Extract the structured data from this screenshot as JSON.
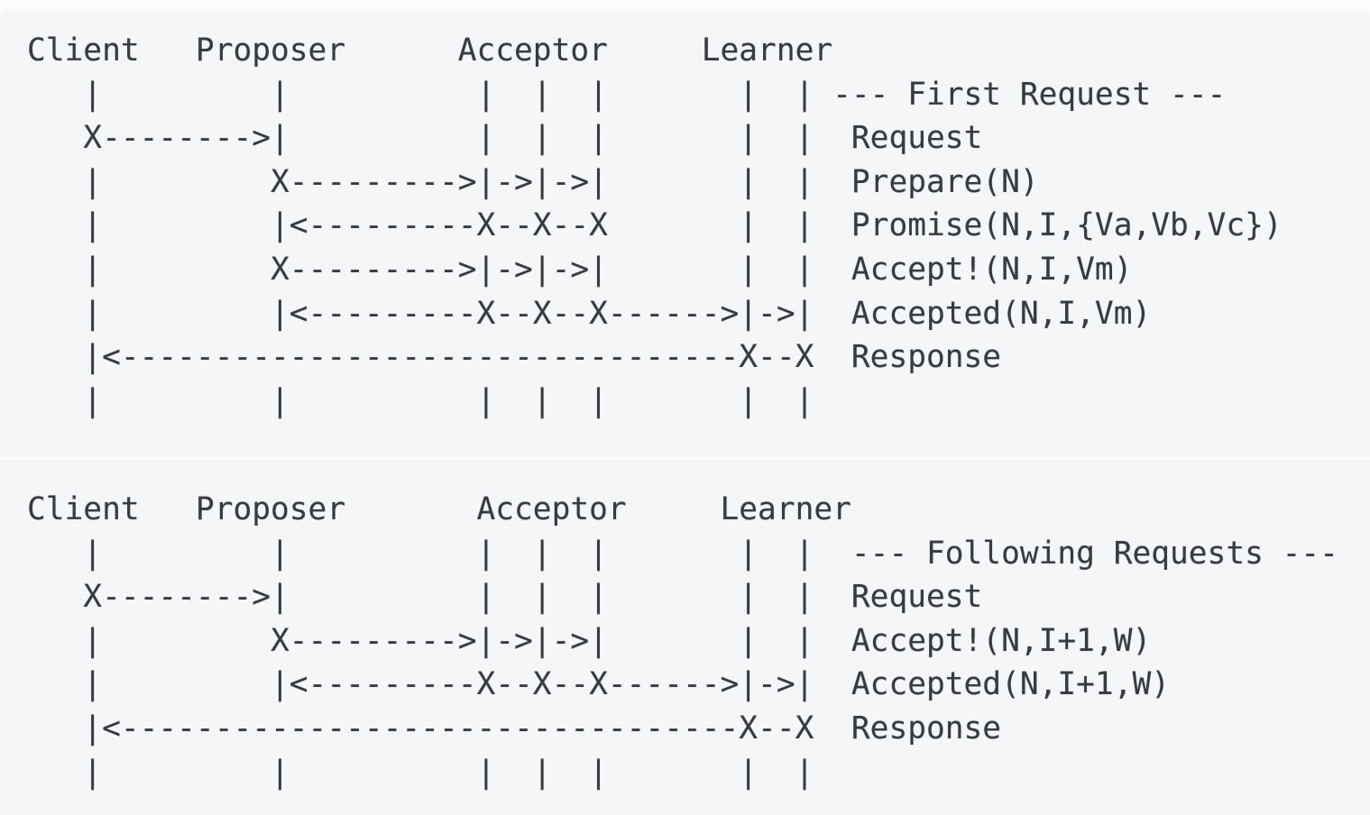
{
  "page": {
    "background_color": "#fcfdfe",
    "block_background_color": "#f4f6f8",
    "text_color": "#383c42"
  },
  "diagrams": [
    {
      "title": "--- First Request ---",
      "actors": [
        "Client",
        "Proposer",
        "Acceptor",
        "Learner"
      ],
      "messages": [
        "Request",
        "Prepare(N)",
        "Promise(N,I,{Va,Vb,Vc})",
        "Accept!(N,I,Vm)",
        "Accepted(N,I,Vm)",
        "Response"
      ],
      "lines": [
        "Client   Proposer      Acceptor     Learner",
        "   |         |          |  |  |       |  | --- First Request ---",
        "   X-------->|          |  |  |       |  |  Request",
        "   |         X--------->|->|->|       |  |  Prepare(N)",
        "   |         |<---------X--X--X       |  |  Promise(N,I,{Va,Vb,Vc})",
        "   |         X--------->|->|->|       |  |  Accept!(N,I,Vm)",
        "   |         |<---------X--X--X------>|->|  Accepted(N,I,Vm)",
        "   |<---------------------------------X--X  Response",
        "   |         |          |  |  |       |  |"
      ]
    },
    {
      "title": "--- Following Requests ---",
      "actors": [
        "Client",
        "Proposer",
        "Acceptor",
        "Learner"
      ],
      "messages": [
        "Request",
        "Accept!(N,I+1,W)",
        "Accepted(N,I+1,W)",
        "Response"
      ],
      "lines": [
        "Client   Proposer       Acceptor     Learner",
        "   |         |          |  |  |       |  |  --- Following Requests ---",
        "   X-------->|          |  |  |       |  |  Request",
        "   |         X--------->|->|->|       |  |  Accept!(N,I+1,W)",
        "   |         |<---------X--X--X------>|->|  Accepted(N,I+1,W)",
        "   |<---------------------------------X--X  Response",
        "   |         |          |  |  |       |  |"
      ]
    }
  ]
}
